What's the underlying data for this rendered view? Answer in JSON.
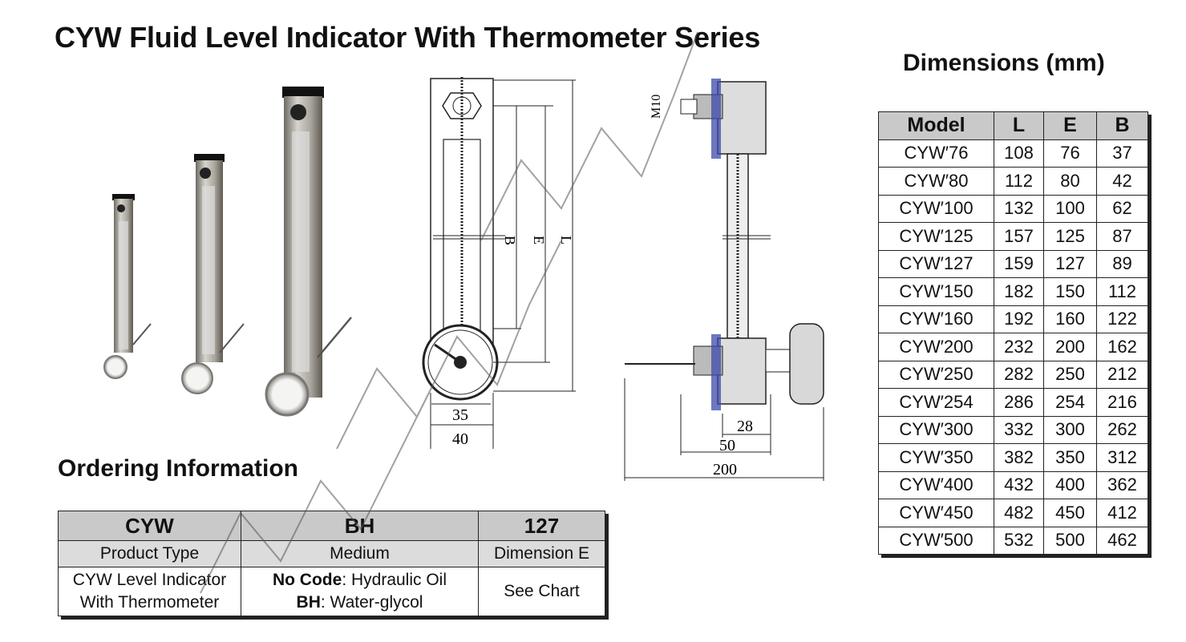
{
  "title": "CYW Fluid Level Indicator With Thermometer Series",
  "dimensions": {
    "title": "Dimensions (mm)",
    "headers": [
      "Model",
      "L",
      "E",
      "B"
    ],
    "rows": [
      [
        "CYW′76",
        "108",
        "76",
        "37"
      ],
      [
        "CYW′80",
        "112",
        "80",
        "42"
      ],
      [
        "CYW′100",
        "132",
        "100",
        "62"
      ],
      [
        "CYW′125",
        "157",
        "125",
        "87"
      ],
      [
        "CYW′127",
        "159",
        "127",
        "89"
      ],
      [
        "CYW′150",
        "182",
        "150",
        "112"
      ],
      [
        "CYW′160",
        "192",
        "160",
        "122"
      ],
      [
        "CYW′200",
        "232",
        "200",
        "162"
      ],
      [
        "CYW′250",
        "282",
        "250",
        "212"
      ],
      [
        "CYW′254",
        "286",
        "254",
        "216"
      ],
      [
        "CYW′300",
        "332",
        "300",
        "262"
      ],
      [
        "CYW′350",
        "382",
        "350",
        "312"
      ],
      [
        "CYW′400",
        "432",
        "400",
        "362"
      ],
      [
        "CYW′450",
        "482",
        "450",
        "412"
      ],
      [
        "CYW′500",
        "532",
        "500",
        "462"
      ]
    ]
  },
  "ordering": {
    "title": "Ordering Information",
    "codes": [
      "CYW",
      "BH",
      "127"
    ],
    "labels": [
      "Product Type",
      "Medium",
      "Dimension E"
    ],
    "product_desc_line1": "CYW Level Indicator",
    "product_desc_line2": "With Thermometer",
    "medium_line1_code": "No Code",
    "medium_line1_text": ": Hydraulic Oil",
    "medium_line2_code": "BH",
    "medium_line2_text": ": Water-glycol",
    "dimension_desc": "See Chart"
  },
  "drawing_labels": {
    "front_width_inner": "35",
    "front_width_outer": "40",
    "dim_B": "B",
    "dim_E": "E",
    "dim_L": "L",
    "thread": "M10",
    "side_28": "28",
    "side_50": "50",
    "side_200": "200"
  }
}
